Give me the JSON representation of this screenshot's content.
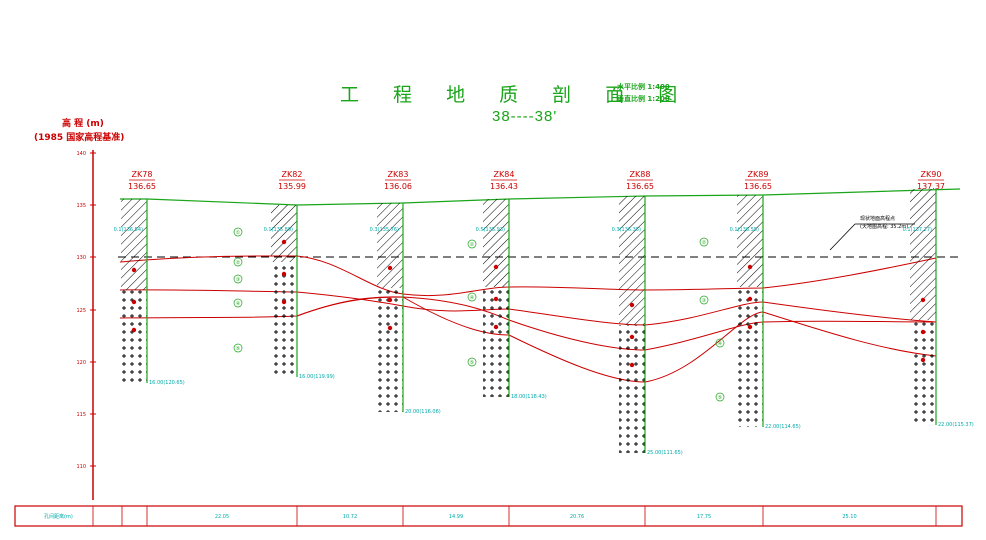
{
  "title": "工 程 地 质 剖 面 图",
  "section": "38----38'",
  "scales": {
    "horizontal": "水平比例 1:400",
    "vertical": "垂直比例 1:200"
  },
  "axis": {
    "label": "高 程 (m)",
    "datum": "(1985 国家高程基准)",
    "ticks": [
      "140",
      "135",
      "130",
      "125",
      "120",
      "115",
      "110"
    ]
  },
  "boreholes": [
    {
      "id": "ZK78",
      "elev": "136.65",
      "water": "0.1(136.54)",
      "bottom": "16.00(120.65)"
    },
    {
      "id": "ZK82",
      "elev": "135.99",
      "water": "0.1(135.89)",
      "bottom": "16.00(119.99)"
    },
    {
      "id": "ZK83",
      "elev": "136.06",
      "water": "0.3(135.76)",
      "bottom": "20.00(116.06)"
    },
    {
      "id": "ZK84",
      "elev": "136.43",
      "water": "0.5(135.93)",
      "bottom": "18.00(118.43)"
    },
    {
      "id": "ZK88",
      "elev": "136.65",
      "water": "0.3(136.35)",
      "bottom": "25.00(111.65)"
    },
    {
      "id": "ZK89",
      "elev": "136.65",
      "water": "0.1(136.55)",
      "bottom": "22.00(114.65)"
    },
    {
      "id": "ZK90",
      "elev": "137.37",
      "water": "0.1(137.27)",
      "bottom": "22.00(115.37)"
    }
  ],
  "layers": [
    "①",
    "②",
    "③",
    "④",
    "⑤"
  ],
  "legend_note": "现状地面高程点\n(天地图高程: 35.2m)",
  "footer": {
    "label": "孔间距离",
    "unit": "(m)",
    "distances": [
      "22.05",
      "10.72",
      "14.99",
      "20.76",
      "17.75",
      "25.10"
    ]
  },
  "colors": {
    "green": "#1aa51a",
    "red": "#cc0000",
    "cyan": "#00aaaa",
    "black": "#000000"
  }
}
